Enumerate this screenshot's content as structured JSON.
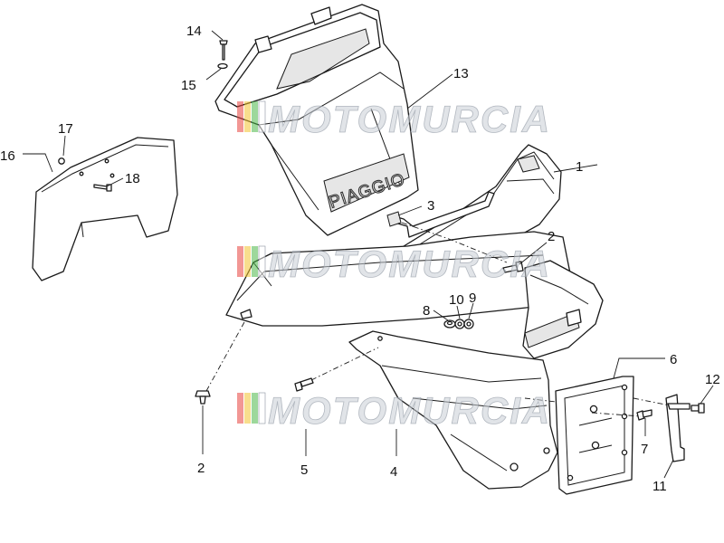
{
  "brand_text": "PIAGGIO",
  "watermark": {
    "text": "MOTOMURCIA",
    "stripe_colors": [
      "#e8413c",
      "#f2c230",
      "#4db848",
      "#ffffff"
    ]
  },
  "callouts": [
    {
      "id": "1",
      "label": "1"
    },
    {
      "id": "2a",
      "label": "2"
    },
    {
      "id": "2b",
      "label": "2"
    },
    {
      "id": "3",
      "label": "3"
    },
    {
      "id": "4",
      "label": "4"
    },
    {
      "id": "5",
      "label": "5"
    },
    {
      "id": "6",
      "label": "6"
    },
    {
      "id": "7",
      "label": "7"
    },
    {
      "id": "8",
      "label": "8"
    },
    {
      "id": "9",
      "label": "9"
    },
    {
      "id": "10",
      "label": "10"
    },
    {
      "id": "11",
      "label": "11"
    },
    {
      "id": "12",
      "label": "12"
    },
    {
      "id": "13",
      "label": "13"
    },
    {
      "id": "14",
      "label": "14"
    },
    {
      "id": "15",
      "label": "15"
    },
    {
      "id": "16",
      "label": "16"
    },
    {
      "id": "17",
      "label": "17"
    },
    {
      "id": "18",
      "label": "18"
    }
  ]
}
